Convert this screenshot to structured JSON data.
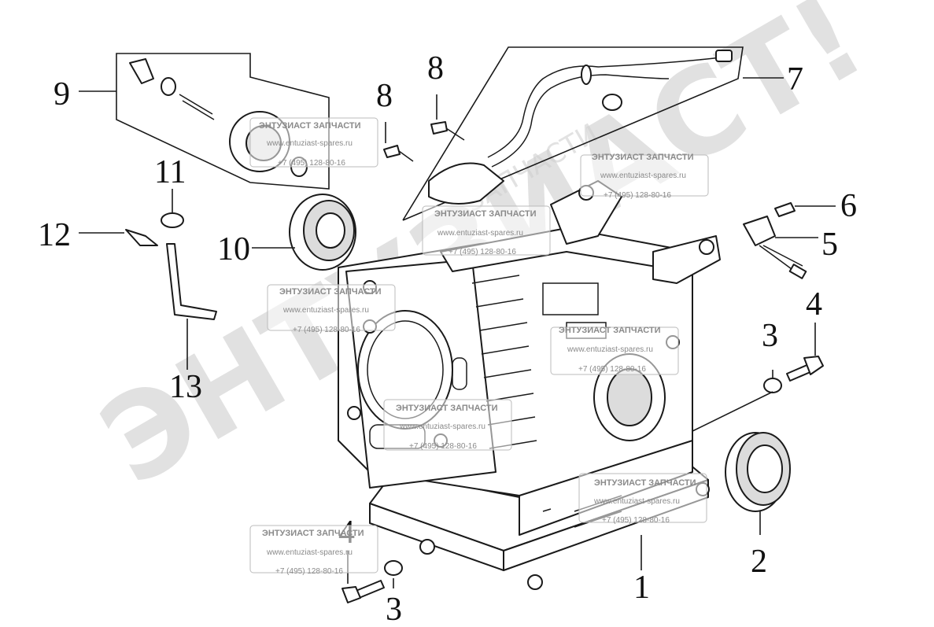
{
  "callouts": {
    "c1": "1",
    "c2": "2",
    "c3a": "3",
    "c3b": "3",
    "c4a": "4",
    "c4b": "4",
    "c5": "5",
    "c6": "6",
    "c7": "7",
    "c8a": "8",
    "c8b": "8",
    "c9": "9",
    "c10": "10",
    "c11": "11",
    "c12": "12",
    "c13": "13"
  },
  "watermark": {
    "big": "ЭНТУЗИАСТ!",
    "small": "ЗАПЧАСТИ",
    "brand": "ЭНТУЗИАСТ ЗАПЧАСТИ",
    "site": "www.entuziast-spares.ru",
    "phone": "+7 (495) 128-80-16"
  }
}
